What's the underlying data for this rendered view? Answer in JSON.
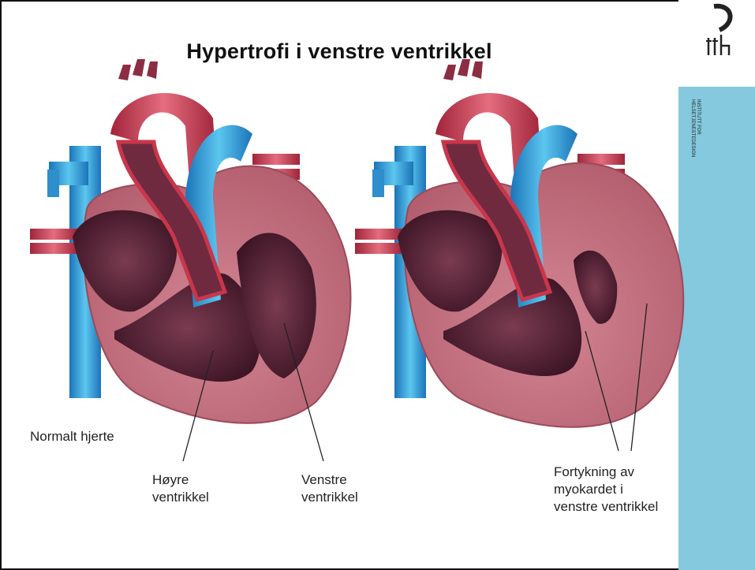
{
  "title": "Hypertrofi i venstre ventrikkel",
  "logo": {
    "mark": "ifh",
    "text": "INSTITUTT FOR HELSETJENESTEDESIGN"
  },
  "labels": {
    "normal_heart": "Normalt hjerte",
    "right_ventricle": "Høyre\nventrikkel",
    "left_ventricle": "Venstre\nventrikkel",
    "thickening": "Fortykning av\nmyokardet i\nvenstre ventrikkel"
  },
  "colors": {
    "sidebar": "#84c9de",
    "muscle": "#c97784",
    "muscle_dark": "#4a1f2e",
    "aorta": "#c9364b",
    "vein": "#2e9fd6"
  }
}
